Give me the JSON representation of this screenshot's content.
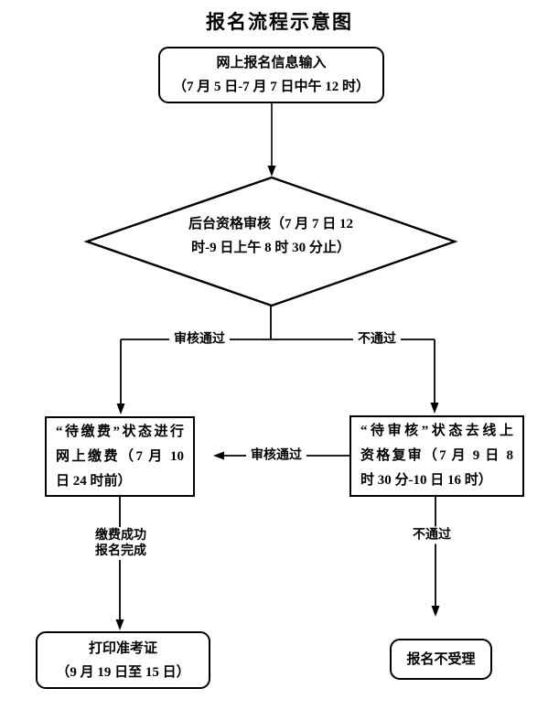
{
  "title": "报名流程示意图",
  "nodes": {
    "start": {
      "line1": "网上报名信息输入",
      "line2": "（7 月 5 日-7 月 7 日中午 12 时）"
    },
    "review_diamond": {
      "line1": "后台资格审核（7 月 7 日 12",
      "line2": "时-9 日上午 8 时 30 分止）"
    },
    "pay": {
      "line1": "“待缴费”状态进行",
      "line2": "网上缴费（7 月 10",
      "line3": "日 24 时前）"
    },
    "recheck": {
      "line1": "“待审核”状态去线上",
      "line2": "资格复审（7 月 9 日 8",
      "line3": "时 30 分-10 日 16 时）"
    },
    "print_ticket": {
      "line1": "打印准考证",
      "line2": "（9 月 19 日至 15 日）"
    },
    "rejected": {
      "line1": "报名不受理"
    }
  },
  "edge_labels": {
    "review_pass": "审核通过",
    "review_fail": "不通过",
    "recheck_pass": "审核通过",
    "pay_done_line1": "缴费成功",
    "pay_done_line2": "报名完成",
    "recheck_fail": "不通过"
  },
  "colors": {
    "line": "#000000",
    "background": "#ffffff",
    "text": "#000000"
  }
}
